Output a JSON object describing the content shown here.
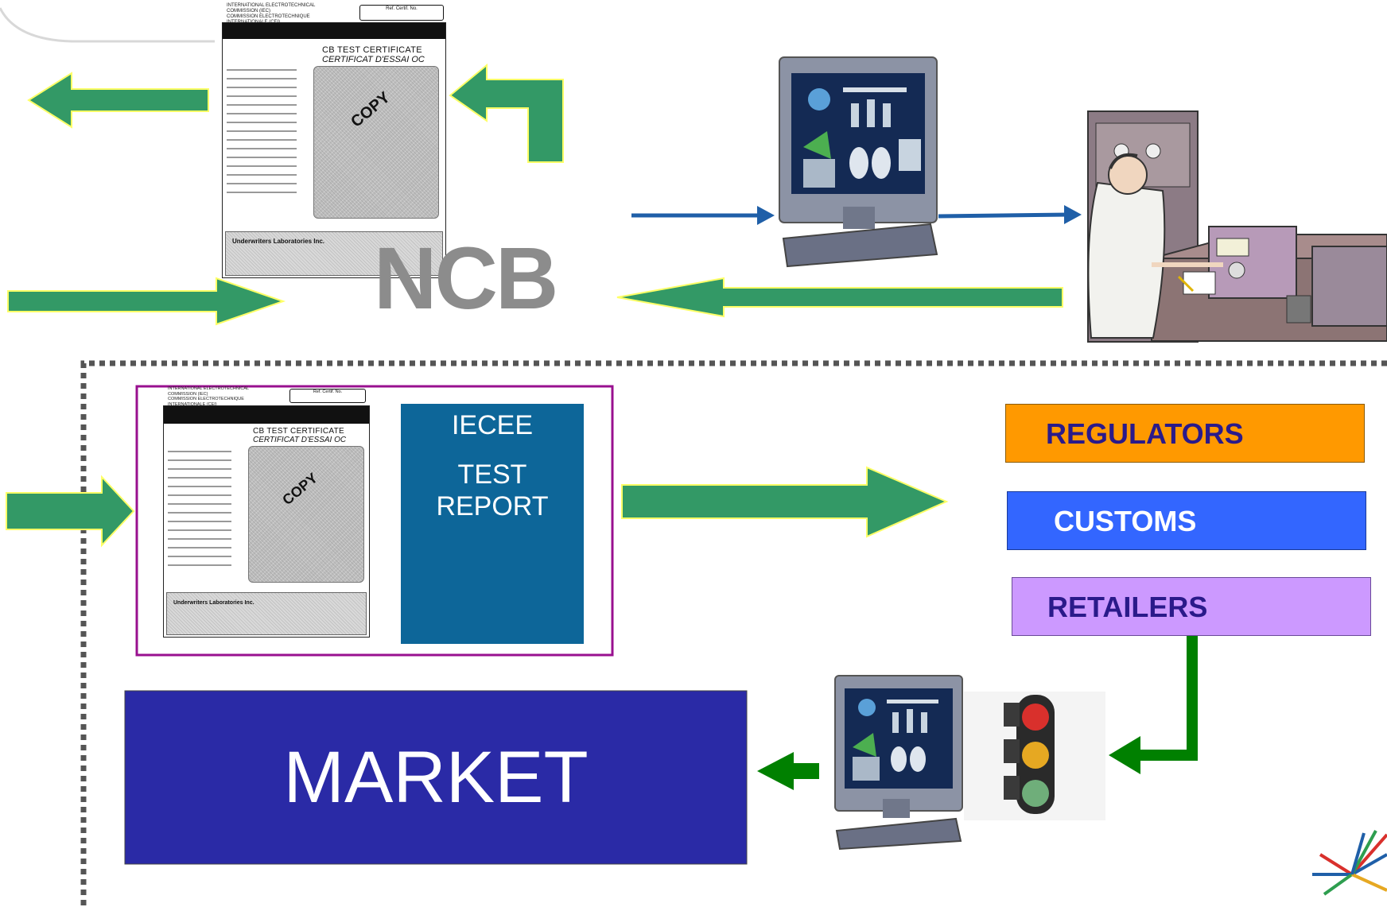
{
  "ncb_label": "NCB",
  "certificate": {
    "ref_label": "Ref. Certif. No.",
    "org_en": [
      "INTERNATIONAL ELECTROTECHNICAL",
      "COMMISSION (IEC)"
    ],
    "org_fr": [
      "COMMISSION ELECTROTECHNIQUE",
      "INTERNATIONALE (CEI)"
    ],
    "title_en": "CB TEST CERTIFICATE",
    "title_fr": "CERTIFICAT D'ESSAI OC",
    "copy_stamp": "COPY",
    "issuer": "Underwriters Laboratories Inc."
  },
  "test_report": {
    "line1": "IECEE",
    "line2": "TEST",
    "line3": "REPORT"
  },
  "audiences": [
    {
      "label": "REGULATORS",
      "bg": "#ff9900",
      "color": "#2a1a8a"
    },
    {
      "label": "CUSTOMS",
      "bg": "#3366ff",
      "color": "#ffffff"
    },
    {
      "label": "RETAILERS",
      "bg": "#cc99ff",
      "color": "#2a1a8a"
    }
  ],
  "market_label": "MARKET",
  "colors": {
    "arrow_green": "#339966",
    "arrow_outline": "#ffff66",
    "dark_green": "#008000",
    "blue_arrow": "#1f5fa8",
    "report_blue": "#0d6699",
    "market_blue": "#2a2aa6",
    "frame_purple": "#99108f",
    "ncb_gray": "#8c8c8c"
  },
  "icons": [
    "certificate-document-icon",
    "computer-terminal-icon",
    "lab-technician-icon",
    "traffic-light-icon",
    "iecee-logo-icon"
  ]
}
